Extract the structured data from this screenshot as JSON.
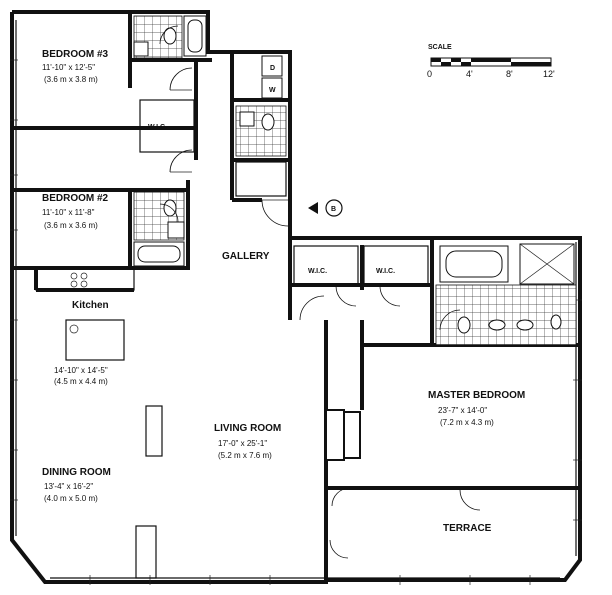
{
  "scale": {
    "title": "SCALE",
    "ticks": [
      "0",
      "4'",
      "8'",
      "12'"
    ]
  },
  "rooms": {
    "bedroom3": {
      "name": "BEDROOM #3",
      "dim_imperial": "11'-10\" x 12'-5\"",
      "dim_metric": "(3.6 m x 3.8 m)"
    },
    "bedroom2": {
      "name": "BEDROOM #2",
      "dim_imperial": "11'-10\" x 11'-8\"",
      "dim_metric": "(3.6 m x 3.6 m)"
    },
    "kitchen": {
      "name": "Kitchen",
      "dim_imperial": "14'-10\" x 14'-5\"",
      "dim_metric": "(4.5 m x 4.4 m)"
    },
    "dining": {
      "name": "DINING ROOM",
      "dim_imperial": "13'-4\" x 16'-2\"",
      "dim_metric": "(4.0 m x 5.0 m)"
    },
    "living": {
      "name": "LIVING ROOM",
      "dim_imperial": "17'-0\" x 25'-1\"",
      "dim_metric": "(5.2 m x 7.6 m)"
    },
    "master": {
      "name": "MASTER BEDROOM",
      "dim_imperial": "23'-7\" x 14'-0\"",
      "dim_metric": "(7.2 m x 4.3 m)"
    },
    "gallery": {
      "name": "GALLERY"
    },
    "terrace": {
      "name": "TERRACE"
    }
  },
  "labels": {
    "wic": "W.I.C.",
    "washer": "W",
    "dryer": "D",
    "marker": "B"
  }
}
